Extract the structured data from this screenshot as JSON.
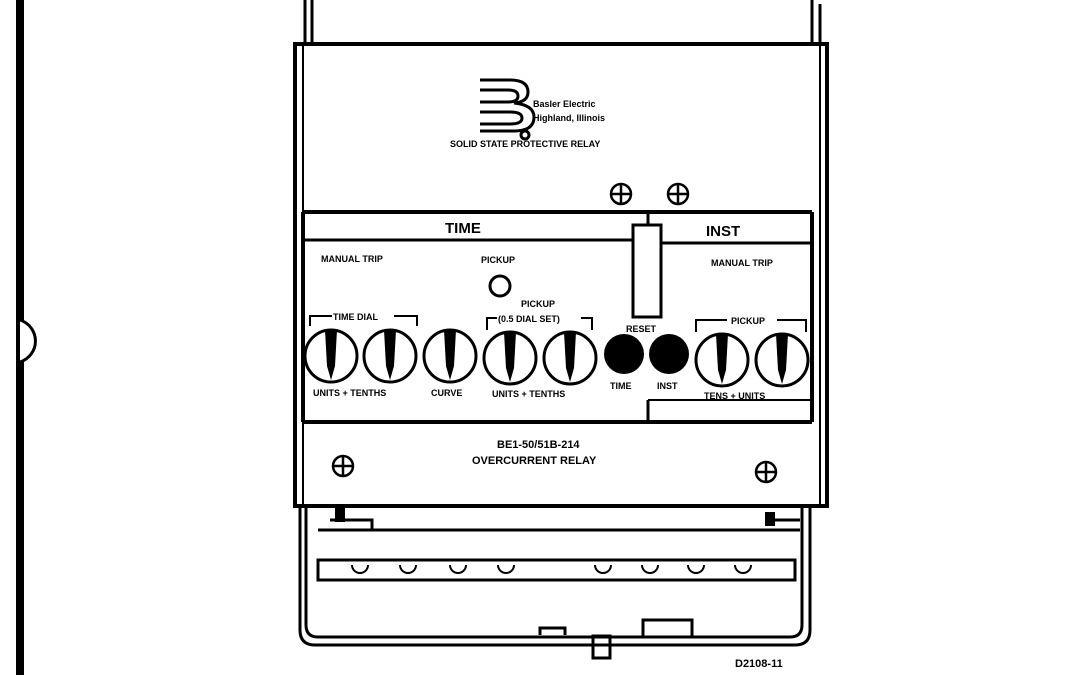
{
  "manufacturer": {
    "name": "Basler Electric",
    "location": "Highland, Illinois",
    "logo_letters": "B"
  },
  "product_line": "SOLID STATE PROTECTIVE RELAY",
  "sections": {
    "time": "TIME",
    "inst": "INST"
  },
  "labels": {
    "manual_trip_time": "MANUAL TRIP",
    "manual_trip_inst": "MANUAL TRIP",
    "pickup_led": "PICKUP",
    "time_dial": "TIME DIAL",
    "pickup_time": "PICKUP",
    "pickup_time_sub": "(0.5 DIAL SET)",
    "pickup_inst": "PICKUP",
    "reset": "RESET",
    "time_dial_units": "UNITS + TENTHS",
    "curve": "CURVE",
    "pickup_units": "UNITS + TENTHS",
    "target_time": "TIME",
    "target_inst": "INST",
    "inst_units": "TENS + UNITS"
  },
  "model": {
    "number": "BE1-50/51B-214",
    "name": "OVERCURRENT RELAY"
  },
  "drawing_number": "D2108-11"
}
